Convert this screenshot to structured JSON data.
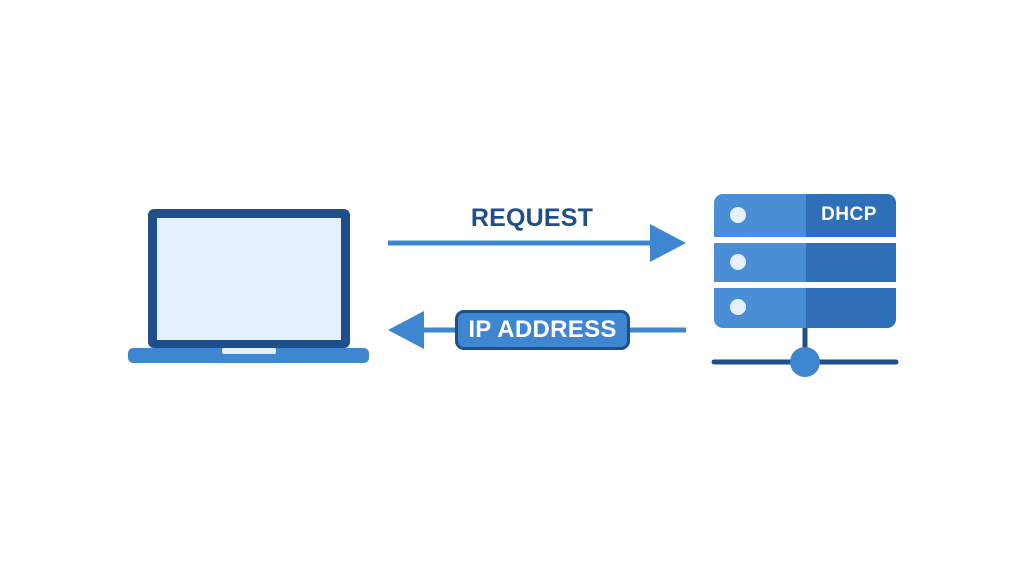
{
  "diagram": {
    "request_label": "REQUEST",
    "response_label": "IP ADDRESS",
    "server_label": "DHCP"
  },
  "colors": {
    "dark_blue": "#1e4f8a",
    "mid_blue": "#3f86d0",
    "server_blue": "#4a8fd6",
    "server_dark": "#2f6fb8",
    "screen_fill": "#e4f0fc",
    "background": "#ffffff"
  },
  "icons": {
    "client": "laptop-icon",
    "server": "server-rack-icon"
  }
}
